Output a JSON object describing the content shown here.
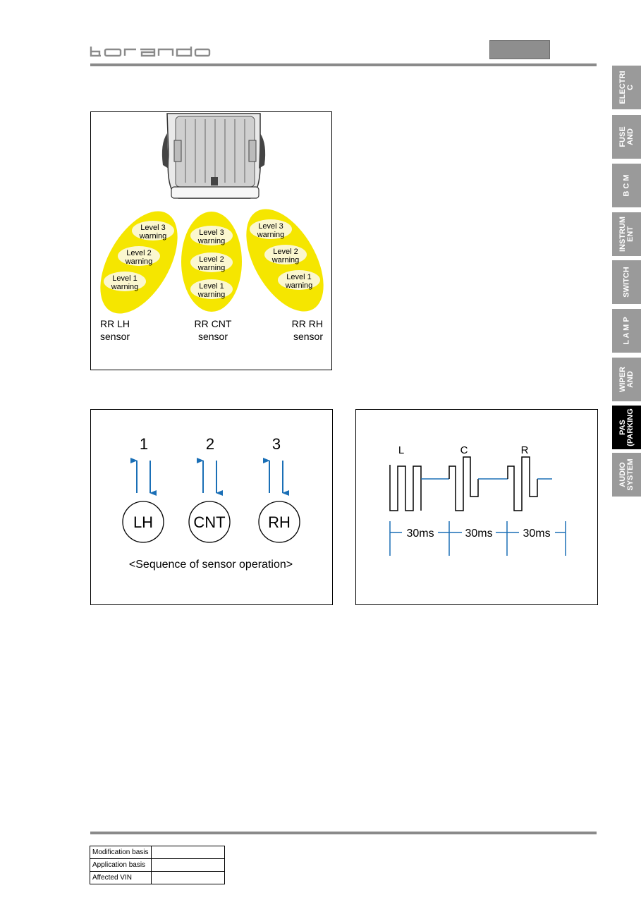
{
  "header": {
    "brand": "korando",
    "section_box": ""
  },
  "side_tabs": [
    {
      "label": "ELECTRI\nC",
      "active": false
    },
    {
      "label": "FUSE\nAND",
      "active": false
    },
    {
      "label": "B C M",
      "active": false
    },
    {
      "label": "INSTRUM\nENT",
      "active": false
    },
    {
      "label": "SWITCH",
      "active": false
    },
    {
      "label": "L A M P",
      "active": false
    },
    {
      "label": "WIPER\nAND",
      "active": false
    },
    {
      "label": "PAS\n(PARKING",
      "active": true
    },
    {
      "label": "AUDIO\nSYSTEM",
      "active": false
    }
  ],
  "figure_sensors": {
    "zones": [
      {
        "levels": [
          {
            "line1": "Level 3",
            "line2": "warning"
          },
          {
            "line1": "Level 2",
            "line2": "warning"
          },
          {
            "line1": "Level 1",
            "line2": "warning"
          }
        ],
        "label_line1": "RR LH",
        "label_line2": "sensor"
      },
      {
        "levels": [
          {
            "line1": "Level 3",
            "line2": "warning"
          },
          {
            "line1": "Level 2",
            "line2": "warning"
          },
          {
            "line1": "Level 1",
            "line2": "warning"
          }
        ],
        "label_line1": "RR CNT",
        "label_line2": "sensor"
      },
      {
        "levels": [
          {
            "line1": "Level 3",
            "line2": "warning"
          },
          {
            "line1": "Level 2",
            "line2": "warning"
          },
          {
            "line1": "Level 1",
            "line2": "warning"
          }
        ],
        "label_line1": "RR RH",
        "label_line2": "sensor"
      }
    ],
    "colors": {
      "zone": "#f5e600",
      "bubble": "#fbf7cf"
    }
  },
  "figure_sequence": {
    "steps": [
      {
        "number": "1",
        "sensor": "LH"
      },
      {
        "number": "2",
        "sensor": "CNT"
      },
      {
        "number": "3",
        "sensor": "RH"
      }
    ],
    "caption": "<Sequence of sensor operation>",
    "arrow_color": "#1a6fb6"
  },
  "figure_timing": {
    "channels": [
      "L",
      "C",
      "R"
    ],
    "intervals": [
      "30ms",
      "30ms",
      "30ms"
    ],
    "line_color": "#1a6fb6"
  },
  "mod_table": [
    {
      "label": "Modification basis",
      "value": ""
    },
    {
      "label": "Application basis",
      "value": ""
    },
    {
      "label": "Affected VIN",
      "value": ""
    }
  ]
}
